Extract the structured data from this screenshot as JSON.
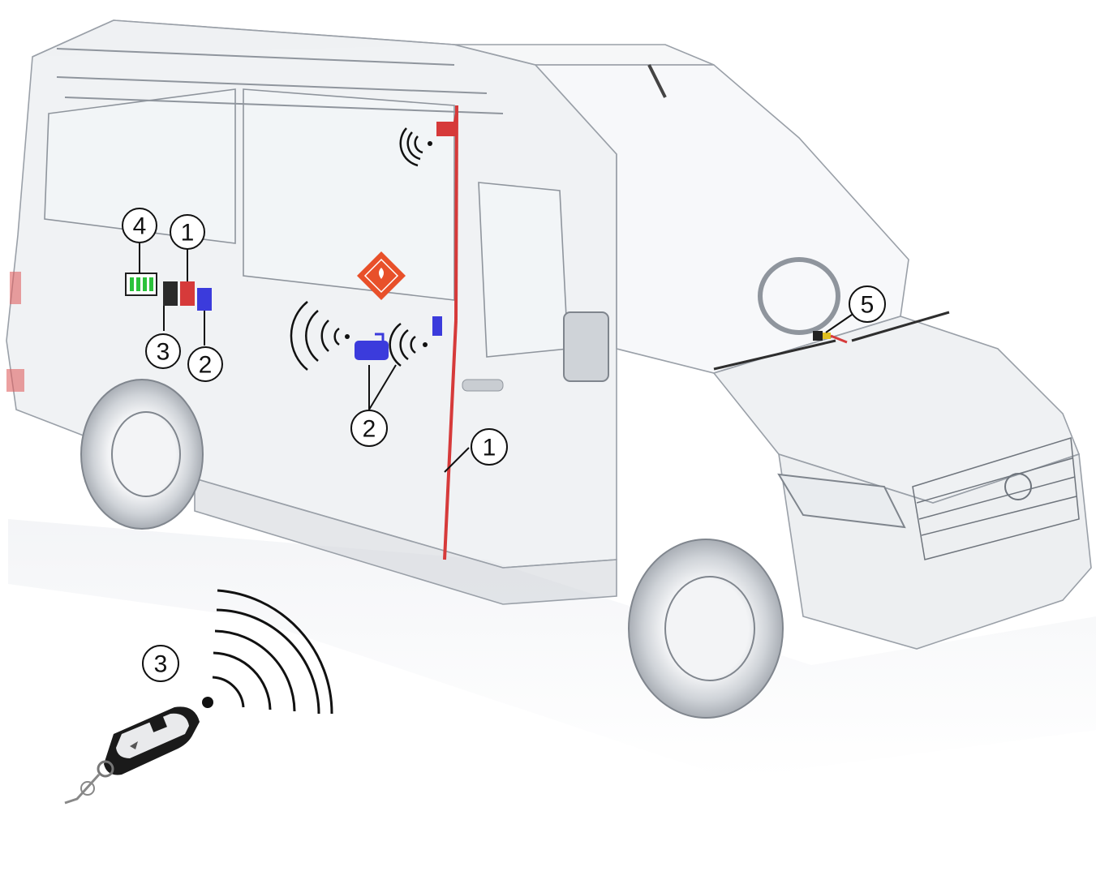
{
  "callouts": [
    {
      "id": "c4-battery",
      "label": "4"
    },
    {
      "id": "c1-control-top",
      "label": "1"
    },
    {
      "id": "c3-dark-module",
      "label": "3"
    },
    {
      "id": "c2-blue-module",
      "label": "2"
    },
    {
      "id": "c2-door-sensor",
      "label": "2"
    },
    {
      "id": "c1-wiring",
      "label": "1"
    },
    {
      "id": "c5-dash-connector",
      "label": "5"
    },
    {
      "id": "c3-remote",
      "label": "3"
    }
  ],
  "warning_sign": {
    "icon": "flame-diamond-warning-icon",
    "color": "#e8502a"
  },
  "colors": {
    "wiring_red": "#d63a3a",
    "module_blue": "#3b3bdc",
    "battery_green": "#2bc23b",
    "remote_black": "#1a1a1a"
  }
}
